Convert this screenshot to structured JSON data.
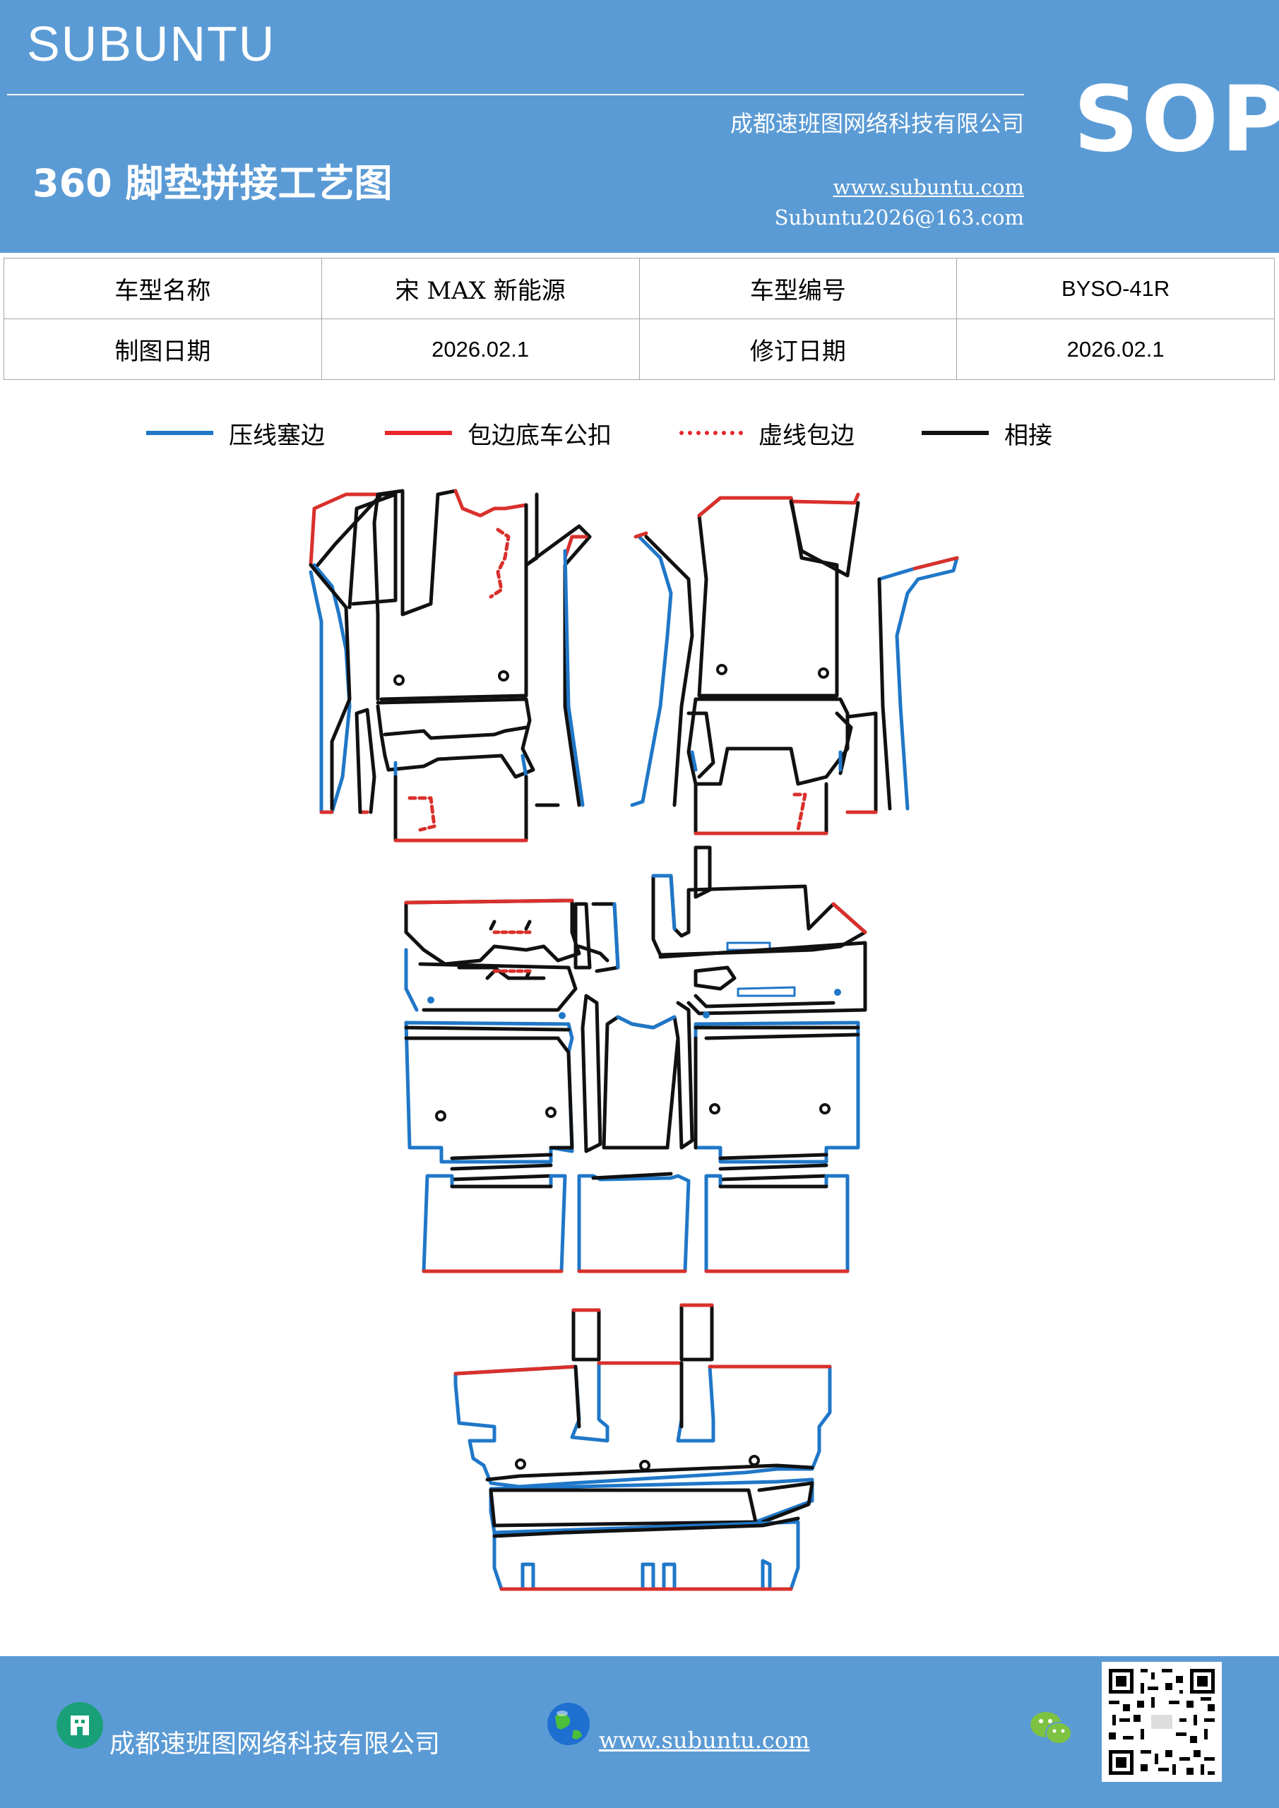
{
  "header": {
    "brand": "SUBUNTU",
    "company": "成都速班图网络科技有限公司",
    "title": "360 脚垫拼接工艺图",
    "website": "www.subuntu.com",
    "email": "Subuntu2026@163.com",
    "badge": "SOP"
  },
  "info_table": {
    "row1": [
      "车型名称",
      "宋 MAX 新能源",
      "车型编号",
      "BYSO-41R"
    ],
    "row2": [
      "制图日期",
      "2026.02.1",
      "修订日期",
      "2026.02.1"
    ]
  },
  "legend": [
    {
      "label": "压线塞边",
      "color": "#1f77c8",
      "style": "solid"
    },
    {
      "label": "包边底车公扣",
      "color": "#e8262a",
      "style": "solid"
    },
    {
      "label": "虚线包边",
      "color": "#e8262a",
      "style": "dotted"
    },
    {
      "label": "相接",
      "color": "#111111",
      "style": "solid"
    }
  ],
  "footer": {
    "company": "成都速班图网络科技有限公司",
    "website": "www.subuntu.com"
  },
  "colors": {
    "brand_blue": "#5b9bd5",
    "line_blue": "#1f77c8",
    "line_red": "#d9302c",
    "line_black": "#111111"
  },
  "icons": [
    "building-icon",
    "globe-icon",
    "wechat-icon",
    "qr-code"
  ]
}
